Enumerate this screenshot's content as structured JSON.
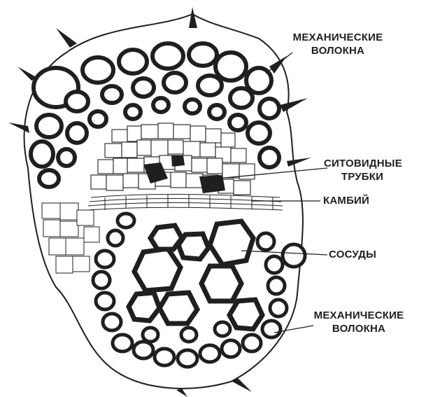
{
  "labels": {
    "mech_fibers_top": "МЕХАНИЧЕСКИЕ ВОЛОКНА",
    "sieve_tubes": "СИТОВИДНЫЕ ТРУБКИ",
    "cambium": "КАМБИЙ",
    "vessels": "СОСУДЫ",
    "mech_fibers_bottom": "МЕХАНИЧЕСКИЕ ВОЛОКНА"
  },
  "colors": {
    "ink": "#1f1f1f",
    "cell_fill": "#ffffff",
    "background": "#ffffff"
  }
}
